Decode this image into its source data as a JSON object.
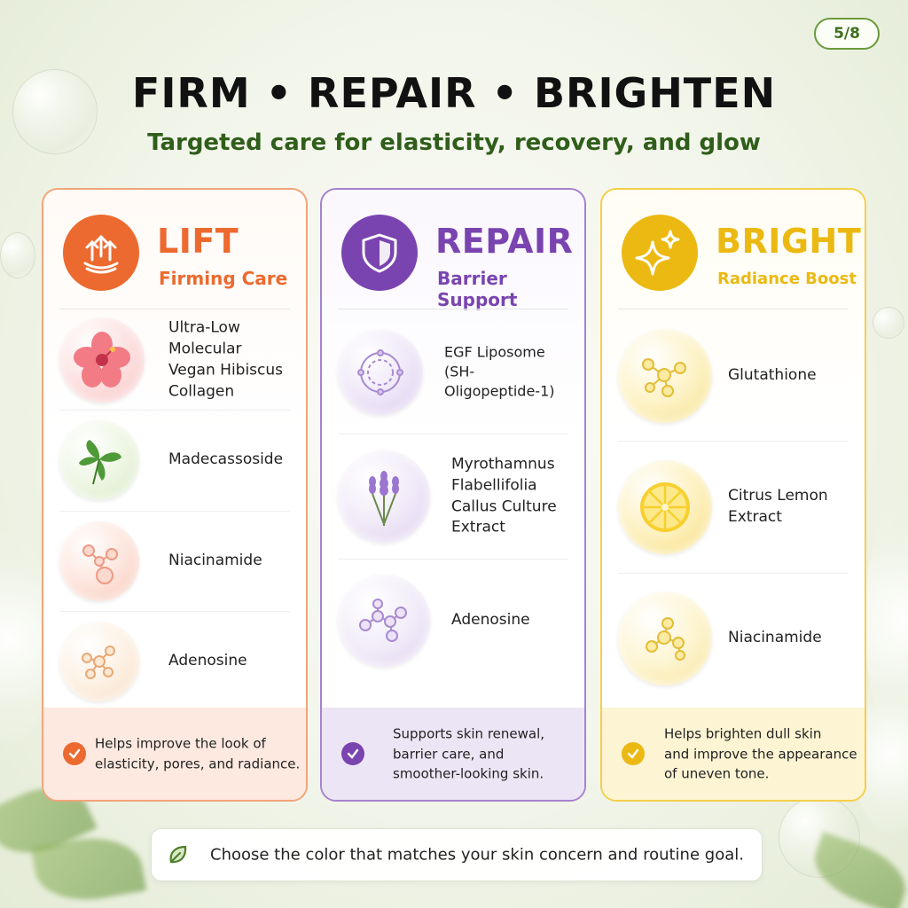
{
  "page_indicator": "5/8",
  "title": "FIRM • REPAIR • BRIGHTEN",
  "subtitle": "Targeted care for elasticity, recovery, and glow",
  "colors": {
    "lift": "#ec6a2f",
    "repair": "#7a44b0",
    "bright": "#ebb912",
    "accent_green": "#4e7f2a"
  },
  "cards": [
    {
      "id": "lift",
      "icon": "arrows-up-icon",
      "title": "LIFT",
      "subtitle": "Firming Care",
      "ingredients": [
        {
          "lines": [
            "Ultra-Low",
            "Molecular",
            "Vegan Hibiscus",
            "Collagen"
          ],
          "icon": "hibiscus-flower-icon"
        },
        {
          "lines": [
            "Madecassoside"
          ],
          "icon": "centella-leaf-icon"
        },
        {
          "lines": [
            "Niacinamide"
          ],
          "icon": "molecule-icon"
        },
        {
          "lines": [
            "Adenosine"
          ],
          "icon": "molecule-icon"
        }
      ],
      "footer_lines": [
        "Helps improve the look of",
        "elasticity, pores, and radiance."
      ]
    },
    {
      "id": "repair",
      "icon": "shield-icon",
      "title": "REPAIR",
      "subtitle": "Barrier Support",
      "ingredients": [
        {
          "lines": [
            "EGF Liposome",
            "(SH-Oligopeptide-1)"
          ],
          "icon": "liposome-icon"
        },
        {
          "lines": [
            "Myrothamnus",
            "Flabellifolia",
            "Callus Culture",
            "Extract"
          ],
          "icon": "lavender-icon"
        },
        {
          "lines": [
            "Adenosine"
          ],
          "icon": "molecule-icon"
        }
      ],
      "footer_lines": [
        "Supports skin renewal,",
        "barrier care, and",
        "smoother-looking skin."
      ]
    },
    {
      "id": "bright",
      "icon": "sparkle-icon",
      "title": "BRIGHT",
      "subtitle": "Radiance Boost",
      "ingredients": [
        {
          "lines": [
            "Glutathione"
          ],
          "icon": "molecule-icon"
        },
        {
          "lines": [
            "Citrus Lemon",
            "Extract"
          ],
          "icon": "lemon-slice-icon"
        },
        {
          "lines": [
            "Niacinamide"
          ],
          "icon": "molecule-icon"
        }
      ],
      "footer_lines": [
        "Helps brighten dull skin",
        "and improve the appearance",
        "of uneven tone."
      ]
    }
  ],
  "bottom_message": "Choose the color that matches your skin concern and routine goal."
}
